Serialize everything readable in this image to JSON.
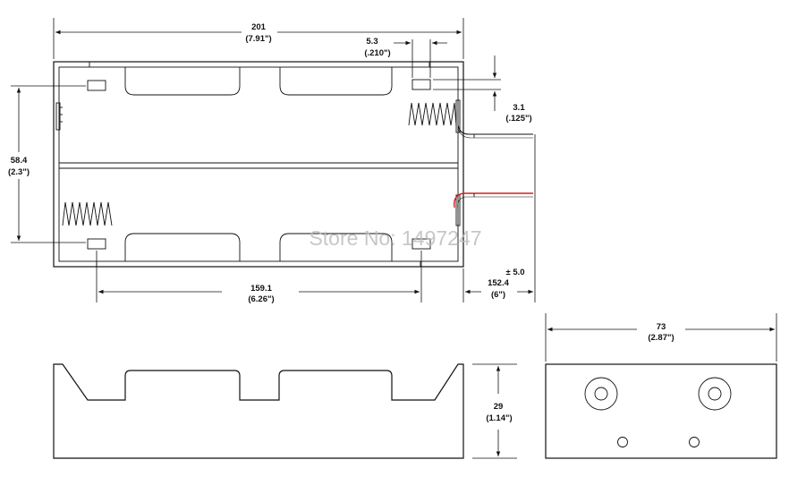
{
  "top_view": {
    "overall_length": {
      "mm": "201",
      "inch": "(7.91\")"
    },
    "slot_width": {
      "mm": "5.3",
      "inch": "(.210\")"
    },
    "slot_offset": {
      "mm": "3.1",
      "inch": "(.125\")"
    },
    "overall_width": {
      "mm": "58.4",
      "inch": "(2.3\")"
    },
    "mount_spacing": {
      "mm": "159.1",
      "inch": "(6.26\")"
    },
    "lead_length": {
      "tolerance": "± 5.0",
      "mm": "152.4",
      "inch": "(6\")"
    }
  },
  "side_view": {
    "height": {
      "mm": "29",
      "inch": "(1.14\")"
    }
  },
  "end_view": {
    "width": {
      "mm": "73",
      "inch": "(2.87\")"
    }
  },
  "watermark": "Store No: 1497247",
  "colors": {
    "line": "#111111",
    "red_lead": "#d42020",
    "watermark": "#bdbdbd"
  }
}
